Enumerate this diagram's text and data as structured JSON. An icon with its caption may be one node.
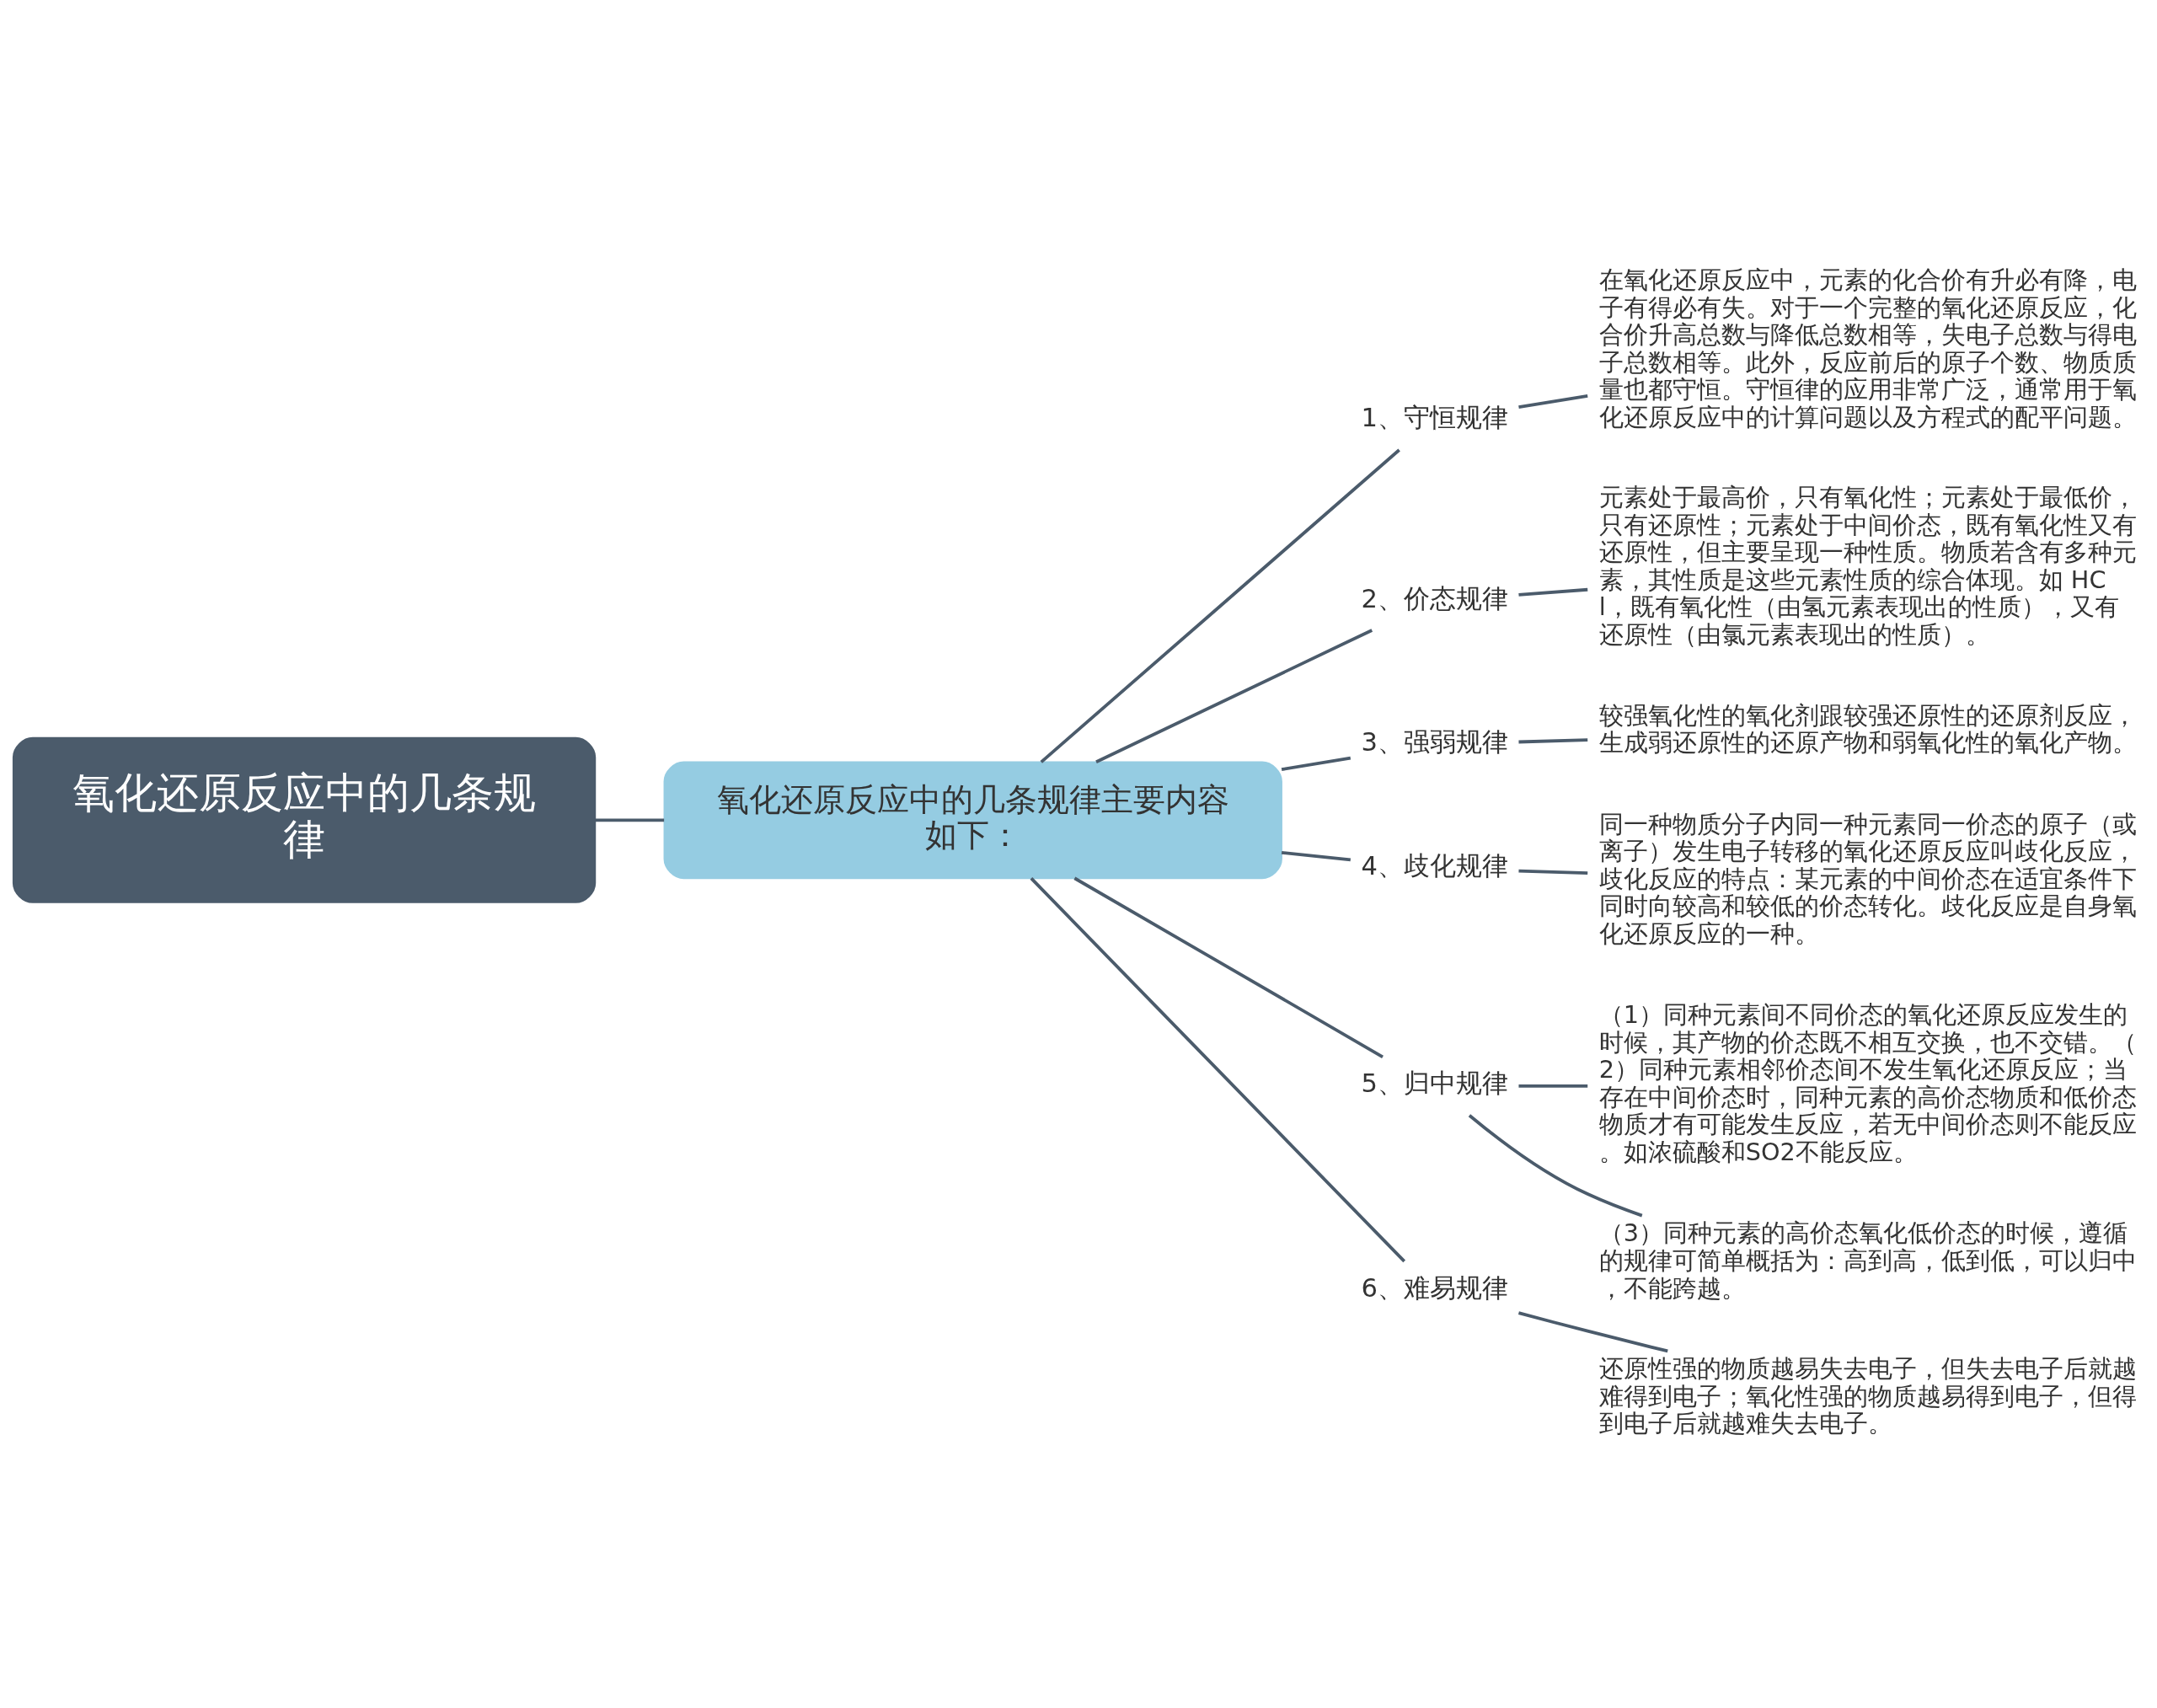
{
  "diagram": {
    "nodes": [
      {
        "text": [
          "氧化还原反应中的几条规律"
        ]
      },
      {
        "text": [
          "氧化还原反应中的几条规律主要内容如下："
        ]
      },
      {
        "text": [
          "1、守恒规律"
        ]
      },
      {
        "text": [
          "在氧化还原反应中，元素的化合价有升必有降，电子有得必有失。对于一个完整的氧化还原反应，化合价升高总数与降低总数相等，失电子总数与得电子总数相等。此外，反应前后的原子个数、物质质量也都守恒。守恒律的应用非常广泛，通常用于氧化还原反应中的计算问题以及方程式的配平问题。"
        ]
      },
      {
        "text": [
          "2、价态规律"
        ]
      },
      {
        "text": [
          "元素处于最高价，只有氧化性；元素处于最低价，只有还原性；元素处于中间价态，既有氧化性又有还原性，但主要呈现一种性质。物质若含有多种元素，其性质是这些元素性质的综合体现。如 HCl，既有氧化性（由氢元素表现出的性质），又有还原性（由氯元素表现出的性质）。"
        ]
      },
      {
        "text": [
          "3、强弱规律"
        ]
      },
      {
        "text": [
          "较强氧化性的氧化剂跟较强还原性的还原剂反应，生成弱还原性的还原产物和弱氧化性的氧化产物。"
        ]
      },
      {
        "text": [
          "4、歧化规律"
        ]
      },
      {
        "text": [
          "同一种物质分子内同一种元素同一价态的原子（或离子）发生电子转移的氧化还原反应叫歧化反应，歧化反应的特点：某元素的中间价态在适宜条件下同时向较高和较低的价态转化。歧化反应是自身氧化还原反应的一种。"
        ]
      },
      {
        "text": [
          "5、归中规律"
        ]
      },
      {
        "text": [
          "（1）同种元素间不同价态的氧化还原反应发生的时候，其产物的价态既不相互交换，也不交错。（2）同种元素相邻价态间不发生氧化还原反应；当存在中间价态时，同种元素的高价态物质和低价态物质才有可能发生反应，若无中间价态则不能反应。如浓硫酸和SO2不能反应。"
        ]
      },
      {
        "text": [
          "（3）同种元素的高价态氧化低价态的时候，遵循的规律可简单概括为：高到高，低到低，可以归中，不能跨越。"
        ]
      },
      {
        "text": [
          "6、难易规律"
        ]
      },
      {
        "text": [
          "还原性强的物质越易失去电子，但失去电子后就越难得到电子；氧化性强的物质越易得到电子，但得到电子后就越难失去电子。"
        ]
      }
    ],
    "edges": [
      {
        "from": 0,
        "to": 1,
        "arrow": "none"
      },
      {
        "from": 1,
        "to": 2,
        "arrow": "none"
      },
      {
        "from": 2,
        "to": 3,
        "arrow": "none"
      },
      {
        "from": 1,
        "to": 4,
        "arrow": "none"
      },
      {
        "from": 4,
        "to": 5,
        "arrow": "none"
      },
      {
        "from": 1,
        "to": 6,
        "arrow": "none"
      },
      {
        "from": 6,
        "to": 7,
        "arrow": "none"
      },
      {
        "from": 1,
        "to": 8,
        "arrow": "none"
      },
      {
        "from": 8,
        "to": 9,
        "arrow": "none"
      },
      {
        "from": 1,
        "to": 10,
        "arrow": "none"
      },
      {
        "from": 10,
        "to": 11,
        "arrow": "none"
      },
      {
        "from": 10,
        "to": 12,
        "arrow": "none"
      },
      {
        "from": 1,
        "to": 13,
        "arrow": "none"
      },
      {
        "from": 13,
        "to": 14,
        "arrow": "none"
      }
    ]
  }
}
